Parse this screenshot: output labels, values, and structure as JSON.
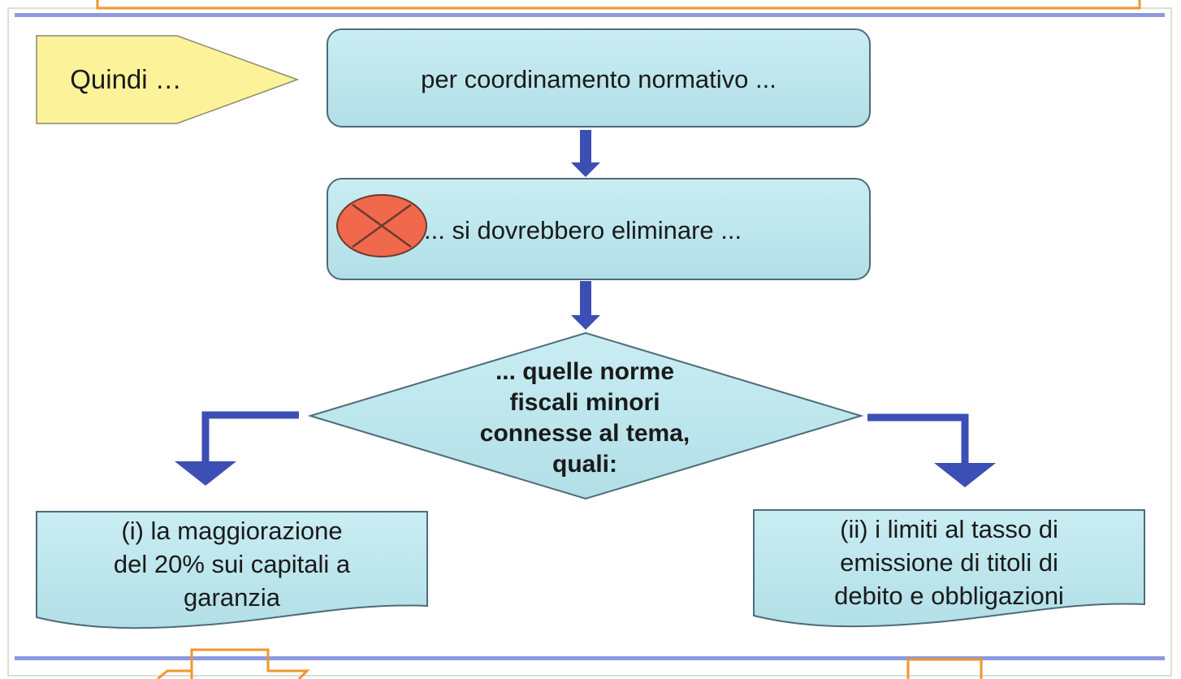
{
  "diagram": {
    "start_label": "Quindi …",
    "step1_label": "per coordinamento normativo ...",
    "step2_label": "... si dovrebbero eliminare ...",
    "decision_lines": [
      "... quelle norme",
      "fiscali minori",
      "connesse al tema,",
      "quali:"
    ],
    "left_doc_lines": [
      "(i) la maggiorazione",
      "del 20% sui capitali a",
      "garanzia"
    ],
    "right_doc_lines": [
      "(ii) i limiti al tasso di",
      "emissione di titoli di",
      "debito e obbligazioni"
    ],
    "delete_icon": "x-circle-icon"
  },
  "colors": {
    "box_fill": "#bfe7ee",
    "box_stroke": "#4f6b78",
    "start_fill": "#fbf29a",
    "arrow": "#3c4fb4",
    "rule": "#8e9ae0",
    "delete_fill": "#f0694d",
    "frame_orange": "#f0962a"
  }
}
